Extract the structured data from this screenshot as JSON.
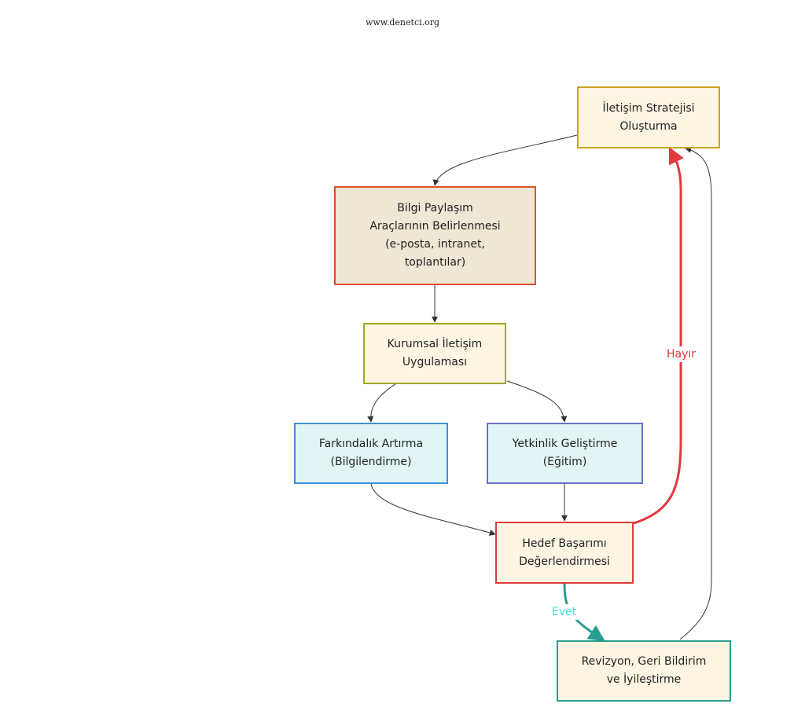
{
  "watermark": "www.denetci.org",
  "nodes": {
    "strategy": {
      "label": "İletişim Stratejisi\nOluşturma",
      "fill": "#fdf5e2",
      "stroke": "#c9a227"
    },
    "tools": {
      "label": "Bilgi Paylaşım\nAraçlarının Belirlenmesi\n(e-posta, intranet,\ntoplantılar)",
      "fill": "#ede7d4",
      "stroke": "#d9542b"
    },
    "implementation": {
      "label": "Kurumsal İletişim\nUygulaması",
      "fill": "#fdf5e2",
      "stroke": "#9aaa2a"
    },
    "awareness": {
      "label": "Farkındalık Artırma\n(Bilgilendirme)",
      "fill": "#e1f5f4",
      "stroke": "#3f8fd6"
    },
    "competence": {
      "label": "Yetkinlik Geliştirme\n(Eğitim)",
      "fill": "#e1f5f4",
      "stroke": "#6b6fc9"
    },
    "evaluation": {
      "label": "Hedef Başarımı\nDeğerlendirmesi",
      "fill": "#fdf5e2",
      "stroke": "#dd3c3c"
    },
    "revision": {
      "label": "Revizyon, Geri Bildirim\nve İyileştirme",
      "fill": "#fdf5e2",
      "stroke": "#2a9d8f"
    }
  },
  "edges": {
    "no_label": "Hayır",
    "no_color": "#e0393e",
    "yes_label": "Evet",
    "yes_color": "#2a9d8f",
    "yes_label_color": "#3ee0e0",
    "default_color": "#333333"
  }
}
